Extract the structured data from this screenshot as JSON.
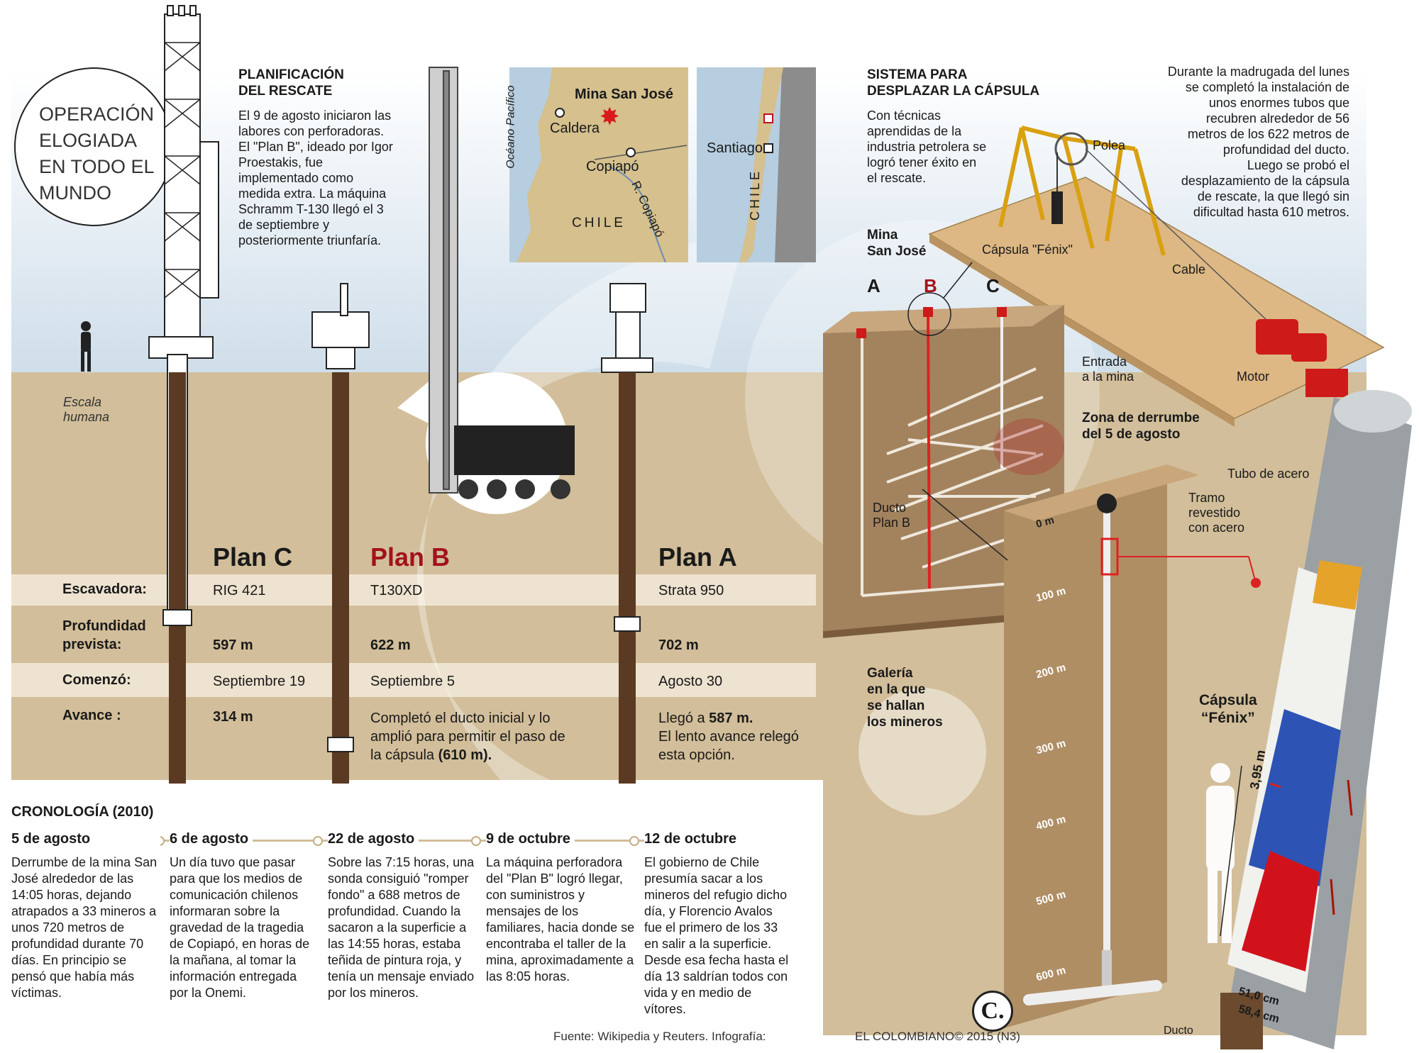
{
  "circle_title": [
    "OPERACIÓN",
    "ELOGIADA",
    "EN TODO EL",
    "MUNDO"
  ],
  "scale_label": [
    "Escala",
    "humana"
  ],
  "planificacion": {
    "title": [
      "PLANIFICACIÓN",
      "DEL RESCATE"
    ],
    "text": [
      "El 9 de agosto iniciaron las",
      "labores con perforadoras.",
      "El \"Plan B\", ideado por Igor",
      "Proestakis, fue",
      "implementado como",
      "medida extra. La máquina",
      "Schramm T-130 llegó el 3",
      "de septiembre y",
      "posteriormente triunfaría."
    ]
  },
  "map1": {
    "mine": "Mina San José",
    "caldera": "Caldera",
    "copiapo": "Copiapó",
    "ocean": "Océano Pacífico",
    "river": "R. Copiapó",
    "country": "CHILE"
  },
  "map2": {
    "santiago": "Santiago",
    "country": "CHILE"
  },
  "sistema": {
    "title": [
      "SISTEMA PARA",
      "DESPLAZAR LA CÁPSULA"
    ],
    "text": [
      "Con técnicas",
      "aprendidas de la",
      "industria petrolera se",
      "logró tener éxito en",
      "el rescate."
    ]
  },
  "right_text": [
    "Durante la madrugada del lunes",
    "se completó la instalación de",
    "unos enormes tubos que",
    "recubren alrededor de 56",
    "metros de los 622 metros de",
    "profundidad del ducto.",
    "Luego se probó el",
    "desplazamiento de la cápsula",
    "de rescate, la que llegó sin",
    "dificultad hasta 610 metros."
  ],
  "diagram_labels": {
    "polea": "Polea",
    "capsula_fenix": "Cápsula \"Fénix\"",
    "cable": "Cable",
    "motor": "Motor",
    "mina": [
      "Mina",
      "San José"
    ],
    "a": "A",
    "b": "B",
    "c": "C",
    "entrada": [
      "Entrada",
      "a la mina"
    ],
    "zona": [
      "Zona de derrumbe",
      "del 5 de agosto"
    ],
    "ducto_plan_b": [
      "Ducto",
      "Plan B"
    ],
    "galeria": [
      "Galería",
      "en la que",
      "se hallan",
      "los mineros"
    ],
    "tubo_acero": "Tubo de acero",
    "tramo": [
      "Tramo",
      "revestido",
      "con acero"
    ],
    "capsula": [
      "Cápsula",
      "“Fénix”"
    ],
    "height": "3,95 m",
    "diam1": "51,0 cm",
    "diam2": "58,4 cm",
    "ducto": "Ducto",
    "depths": [
      "0 m",
      "100 m",
      "200 m",
      "300 m",
      "400 m",
      "500 m",
      "600 m"
    ]
  },
  "plans": [
    {
      "name": "Plan C",
      "excavadora": "RIG 421",
      "profundidad": "597 m",
      "comenzo": "Septiembre 19",
      "avance": [
        "314 m"
      ]
    },
    {
      "name": "Plan B",
      "excavadora": "T130XD",
      "profundidad": "622 m",
      "comenzo": "Septiembre 5",
      "avance": [
        "Completó el ducto inicial y lo",
        "amplió para permitir el paso de",
        "la cápsula ",
        "(610 m)."
      ]
    },
    {
      "name": "Plan A",
      "excavadora": "Strata 950",
      "profundidad": "702 m",
      "comenzo": "Agosto 30",
      "avance": [
        "Llegó a ",
        "587 m.",
        "El lento avance relegó",
        "esta opción."
      ]
    }
  ],
  "rows": [
    "Escavadora:",
    "Profundidad",
    "prevista:",
    "Comenzó:",
    "Avance :"
  ],
  "chronology": {
    "title": "CRONOLOGÍA (2010)",
    "events": [
      {
        "date": "5 de agosto",
        "text": "Derrumbe de la mina San José alrededor de las 14:05 horas, dejando atrapados a 33 mineros a unos 720 metros de profundidad durante 70 días. En principio se pensó que había más víctimas."
      },
      {
        "date": "6 de agosto",
        "text": "Un día tuvo que pasar para que los medios de comunicación chilenos informaran sobre la gravedad de la tragedia de Copiapó, en horas de la mañana, al tomar la información entregada por la Onemi."
      },
      {
        "date": "22 de agosto",
        "text": "Sobre las 7:15 horas, una sonda consiguió \"romper fondo\" a 688 metros de profundidad. Cuando la sacaron a la superficie a las 14:55 horas, estaba teñida de pintura roja, y tenía un mensaje enviado por los mineros."
      },
      {
        "date": "9 de octubre",
        "text": "La máquina perforadora del \"Plan B\" logró llegar, con suministros y mensajes de los familiares, hacia donde se encontraba el taller de la mina, aproximadamente a las 8:05 horas."
      },
      {
        "date": "12 de octubre",
        "text": "El gobierno de Chile presumía sacar a los mineros del refugio dicho día, y Florencio Avalos fue el primero de los 33 en salir a la superficie. Desde esa fecha hasta el día 13 saldrían todos con vida y en medio de vítores."
      }
    ]
  },
  "source": "Fuente: Wikipedia y Reuters. Infografía:",
  "credit": "EL COLOMBIANO© 2015 (N3)",
  "logo": "C."
}
